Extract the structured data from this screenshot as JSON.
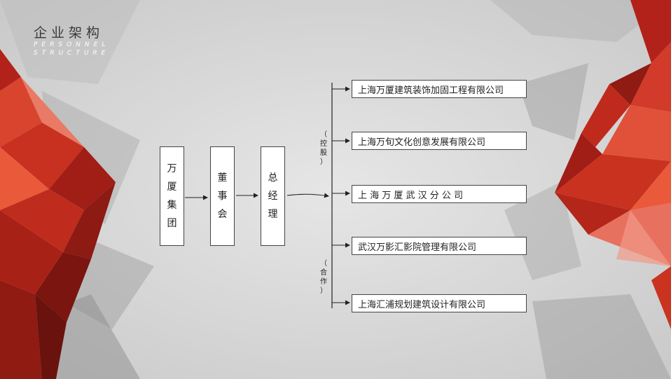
{
  "header": {
    "title": "企业架构",
    "subtitle_lines": [
      "PERSONNEL",
      "STRUCTURE"
    ]
  },
  "chain": [
    {
      "label": [
        "万",
        "厦",
        "集",
        "团"
      ]
    },
    {
      "label": [
        "董",
        "事",
        "会"
      ]
    },
    {
      "label": [
        "总",
        "经",
        "理"
      ]
    }
  ],
  "groups": {
    "holding": [
      "（",
      "控",
      "股",
      "）"
    ],
    "cooperation": [
      "（",
      "合",
      "作",
      "）"
    ]
  },
  "companies": [
    "上海万厦建筑装饰加固工程有限公司",
    "上海万旬文化创意发展有限公司",
    "上 海 万 厦 武 汉 分 公 司",
    "武汉万影汇影院管理有限公司",
    "上海汇浦规划建筑设计有限公司"
  ],
  "colors": {
    "accent_red": "#c0281c",
    "dark_red": "#7a1510",
    "light_red": "#e8705e",
    "line": "#222222"
  }
}
